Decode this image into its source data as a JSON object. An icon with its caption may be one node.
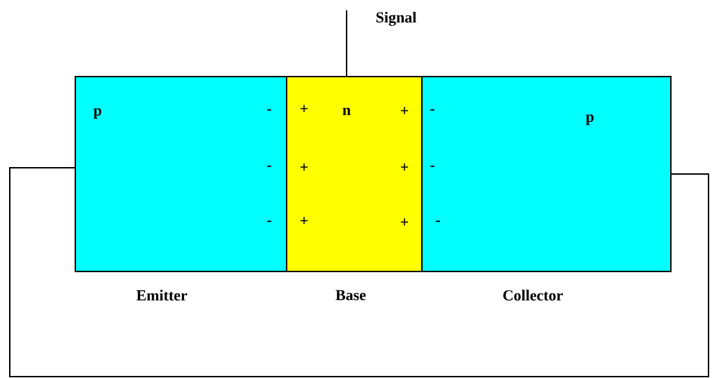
{
  "diagram": {
    "nodes": [
      {
        "text": [
          "p"
        ],
        "beside": [
          "Emitter"
        ]
      },
      {
        "text": [
          "n"
        ],
        "beside": [
          "Base"
        ]
      },
      {
        "text": [
          "p"
        ],
        "beside": [
          "Collector"
        ]
      },
      {
        "text": [
          "Signal"
        ]
      }
    ],
    "edges": [
      {
        "from": 0,
        "to": 2,
        "arrow": "none"
      },
      {
        "from": 1,
        "to": 3,
        "arrow": "none"
      }
    ],
    "labels": [
      "-",
      "+",
      "+",
      "-",
      "-",
      "+",
      "+",
      "-",
      "-",
      "+",
      "+",
      "-"
    ]
  }
}
